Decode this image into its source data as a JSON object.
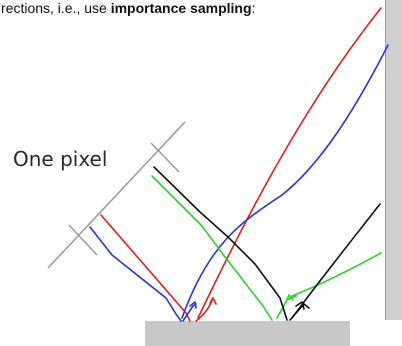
{
  "header": {
    "prefix": "rections, i.e., use ",
    "emphasis": "importance sampling",
    "suffix": ":"
  },
  "diagram": {
    "pixel_label": "One pixel"
  },
  "colors": {
    "red_ray": "#e02020",
    "blue_ray": "#2a35d8",
    "green_ray": "#30d030",
    "black_ray": "#111111",
    "surface_fill": "#c8c8c8",
    "wall_fill": "#cfcfcf",
    "pixel_line": "#9a9a9a"
  }
}
